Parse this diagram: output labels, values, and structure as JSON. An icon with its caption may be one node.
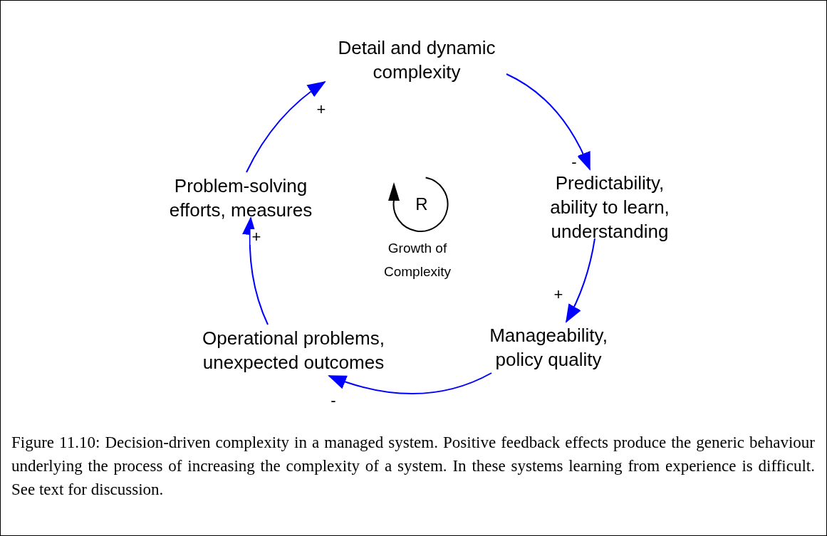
{
  "diagram": {
    "caption": "Figure 11.10: Decision-driven complexity in a managed system. Positive feedback effects produce the generic behaviour underlying the process of increasing the complexity of a system. In these systems learning from experience is difficult. See text for discussion.",
    "nodes": [
      {
        "text": [
          "Detail and dynamic complexity"
        ]
      },
      {
        "text": [
          "Predictability, ability to learn, understanding"
        ]
      },
      {
        "text": [
          "Manageability, policy quality"
        ]
      },
      {
        "text": [
          "Operational problems, unexpected outcomes"
        ]
      },
      {
        "text": [
          "Problem-solving efforts, measures"
        ]
      },
      {
        "text": [
          "R"
        ],
        "beside": [
          "Growth of Complexity"
        ]
      }
    ],
    "edges": [
      {
        "from": 0,
        "to": 1,
        "arrow": "to",
        "label": "-"
      },
      {
        "from": 1,
        "to": 2,
        "arrow": "to",
        "label": "+"
      },
      {
        "from": 2,
        "to": 3,
        "arrow": "to",
        "label": "-"
      },
      {
        "from": 3,
        "to": 4,
        "arrow": "to",
        "label": "+"
      },
      {
        "from": 4,
        "to": 0,
        "arrow": "to",
        "label": "+"
      }
    ]
  }
}
